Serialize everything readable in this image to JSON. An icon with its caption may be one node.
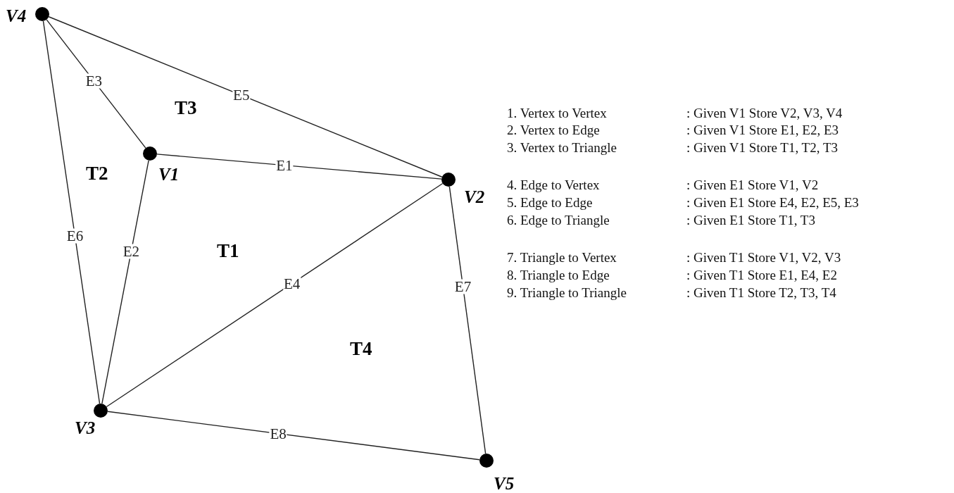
{
  "diagram": {
    "nodes": [
      {
        "text": [
          "V4"
        ]
      },
      {
        "text": [
          "V1"
        ]
      },
      {
        "text": [
          "V2"
        ]
      },
      {
        "text": [
          "V3"
        ]
      },
      {
        "text": [
          "V5"
        ]
      }
    ],
    "edges": [
      {
        "from": 1,
        "to": 2,
        "arrow": "none",
        "label": "E1"
      },
      {
        "from": 1,
        "to": 3,
        "arrow": "none",
        "label": "E2"
      },
      {
        "from": 0,
        "to": 1,
        "arrow": "none",
        "label": "E3"
      },
      {
        "from": 3,
        "to": 2,
        "arrow": "none",
        "label": "E4"
      },
      {
        "from": 0,
        "to": 2,
        "arrow": "none",
        "label": "E5"
      },
      {
        "from": 0,
        "to": 3,
        "arrow": "none",
        "label": "E6"
      },
      {
        "from": 2,
        "to": 4,
        "arrow": "none",
        "label": "E7"
      },
      {
        "from": 3,
        "to": 4,
        "arrow": "none",
        "label": "E8"
      }
    ],
    "labels": [
      "T3",
      "T2",
      "T1",
      "T4",
      "1. Vertex to Vertex",
      ": Given V1 Store V2, V3, V4",
      "2. Vertex to Edge",
      ": Given V1 Store E1, E2, E3",
      "3. Vertex to Triangle",
      ": Given V1 Store T1, T2, T3",
      "4. Edge to Vertex",
      ": Given E1 Store V1, V2",
      "5. Edge to Edge",
      ": Given E1 Store E4, E2, E5, E3",
      "6. Edge to Triangle",
      ": Given E1 Store T1, T3",
      "7. Triangle to Vertex",
      ": Given T1 Store V1, V2, V3",
      "8. Triangle to Edge",
      ": Given T1 Store E1, E4, E2",
      "9. Triangle to Triangle",
      ": Given T1 Store T2, T3, T4"
    ]
  }
}
